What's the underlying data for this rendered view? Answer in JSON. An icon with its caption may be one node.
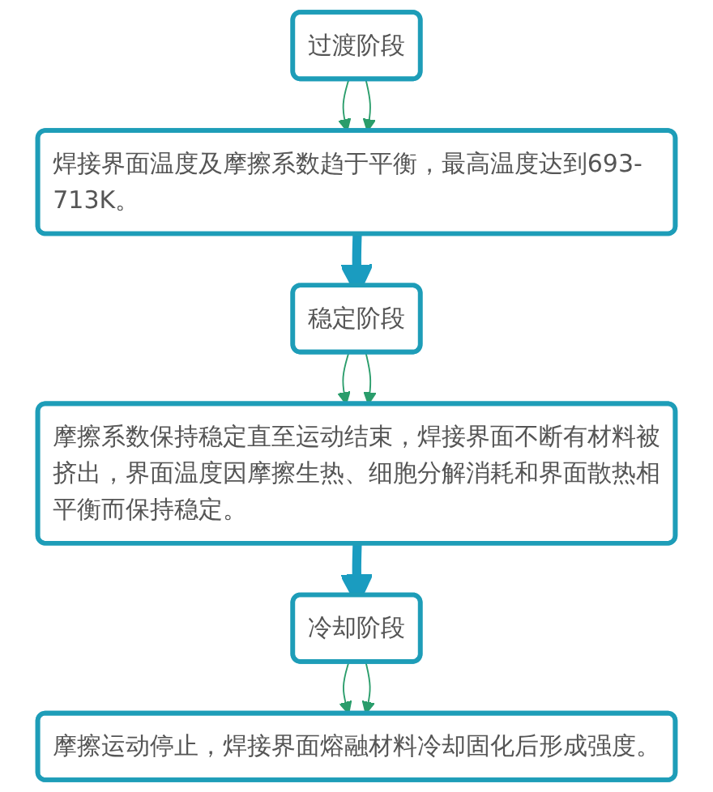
{
  "diagram": {
    "nodes": [
      {
        "text": [
          "过渡阶段"
        ]
      },
      {
        "text": [
          "焊接界面温度及摩擦系数趋于平衡，最高温度达到693-713K。"
        ]
      },
      {
        "text": [
          "稳定阶段"
        ]
      },
      {
        "text": [
          "摩擦系数保持稳定直至运动结束，焊接界面不断有材料被挤出，界面温度因摩擦生热、细胞分解消耗和界面散热相平衡而保持稳定。"
        ]
      },
      {
        "text": [
          "冷却阶段"
        ]
      },
      {
        "text": [
          "摩擦运动停止，焊接界面熔融材料冷却固化后形成强度。"
        ]
      }
    ],
    "edges": [
      {
        "from": 0,
        "to": 1,
        "arrow": "to"
      },
      {
        "from": 0,
        "to": 1,
        "arrow": "to"
      },
      {
        "from": 1,
        "to": 2,
        "arrow": "to",
        "style": "thick",
        "color": "#1a9cc0"
      },
      {
        "from": 2,
        "to": 3,
        "arrow": "to"
      },
      {
        "from": 2,
        "to": 3,
        "arrow": "to"
      },
      {
        "from": 3,
        "to": 4,
        "arrow": "to",
        "style": "thick",
        "color": "#1a9cc0"
      },
      {
        "from": 4,
        "to": 5,
        "arrow": "to"
      },
      {
        "from": 4,
        "to": 5,
        "arrow": "to"
      }
    ]
  }
}
